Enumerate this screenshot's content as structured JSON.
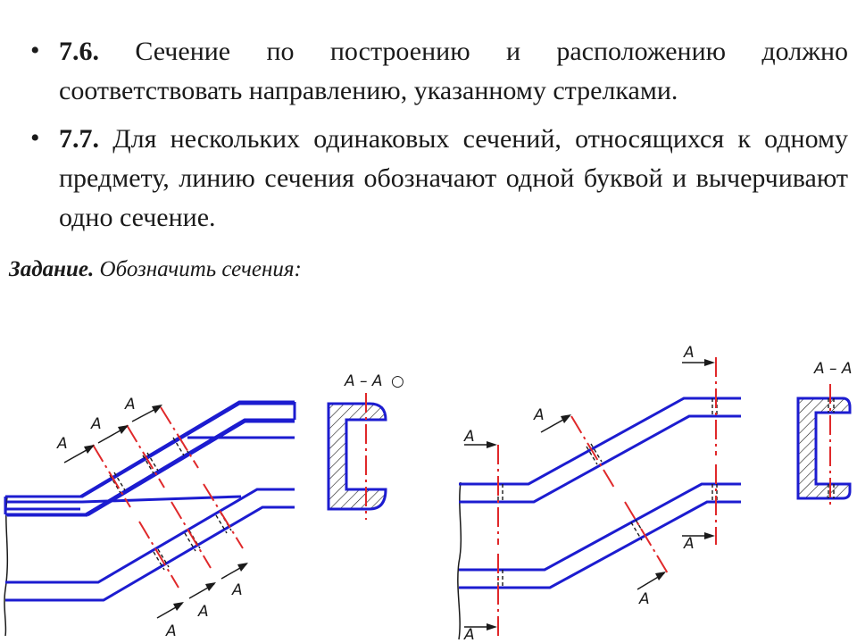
{
  "items": [
    {
      "bullet": "•",
      "number": "7.6.",
      "text": "Сечение по построению и расположению должно соответствовать направлению, указанному стрелками."
    },
    {
      "bullet": "•",
      "number": "7.7.",
      "text": "Для нескольких одинаковых сечений, относящихся к одному предмету, линию сечения обозначают одной буквой и вычерчивают одно сечение."
    }
  ],
  "task": {
    "label": "Задание.",
    "text": "Обозначить сечения:"
  },
  "drawings": {
    "left": {
      "section_title": "А – А",
      "section_mark": "○",
      "labels": [
        "А",
        "А",
        "А",
        "А",
        "А",
        "А"
      ]
    },
    "right": {
      "section_title": "А – А",
      "labels": [
        "А",
        "А",
        "А",
        "А",
        "А",
        "А"
      ]
    }
  },
  "colors": {
    "contour": "#1c1cd0",
    "cut_line": "#e0282a",
    "text": "#1a1a1a"
  }
}
